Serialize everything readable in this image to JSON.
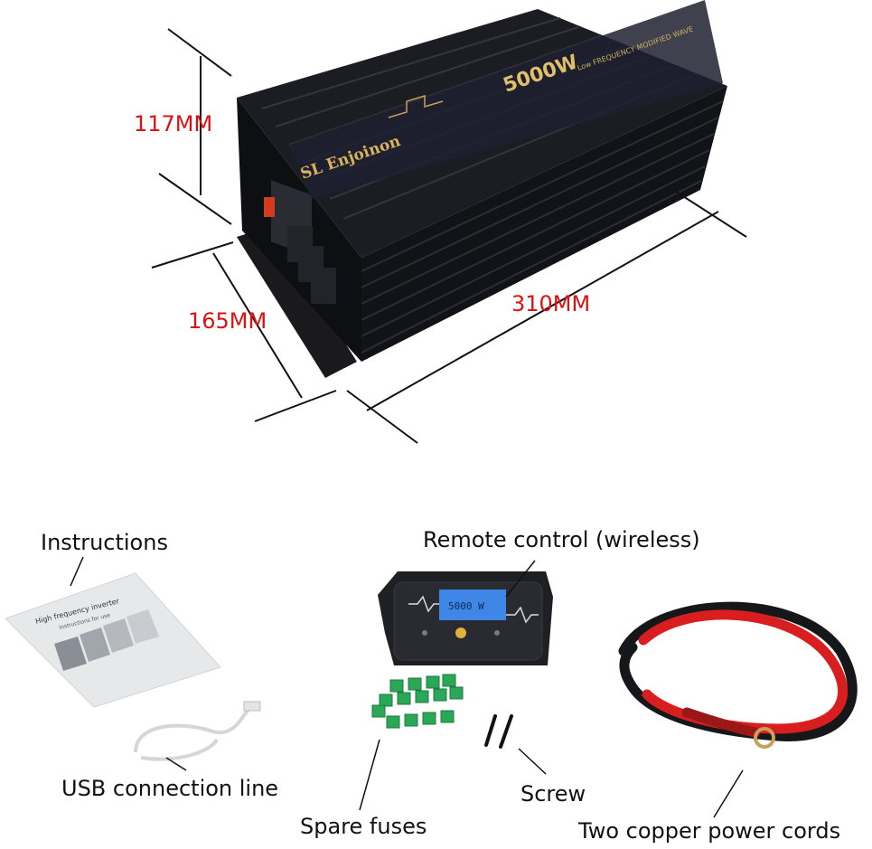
{
  "dimensions": {
    "height": "117MM",
    "width": "165MM",
    "length": "310MM"
  },
  "product": {
    "brand_text": "SL Enjoinon",
    "model_text": "5000W",
    "subtitle_text": "Low FREQUENCY MODIFIED WAVE"
  },
  "remote": {
    "screen_text": "5000 W"
  },
  "manual": {
    "title": "High frequency inverter",
    "subtitle": "Instructions for use"
  },
  "accessories": {
    "instructions": "Instructions",
    "remote": "Remote control (wireless)",
    "usb": "USB connection line",
    "fuses": "Spare fuses",
    "screw": "Screw",
    "cords": "Two copper power cords"
  },
  "colors": {
    "dimension_text": "#e01010",
    "housing": "#16171b",
    "cable_red": "#d81e1e",
    "fuse_green": "#2aa857",
    "lcd_blue": "#3f86e6"
  }
}
